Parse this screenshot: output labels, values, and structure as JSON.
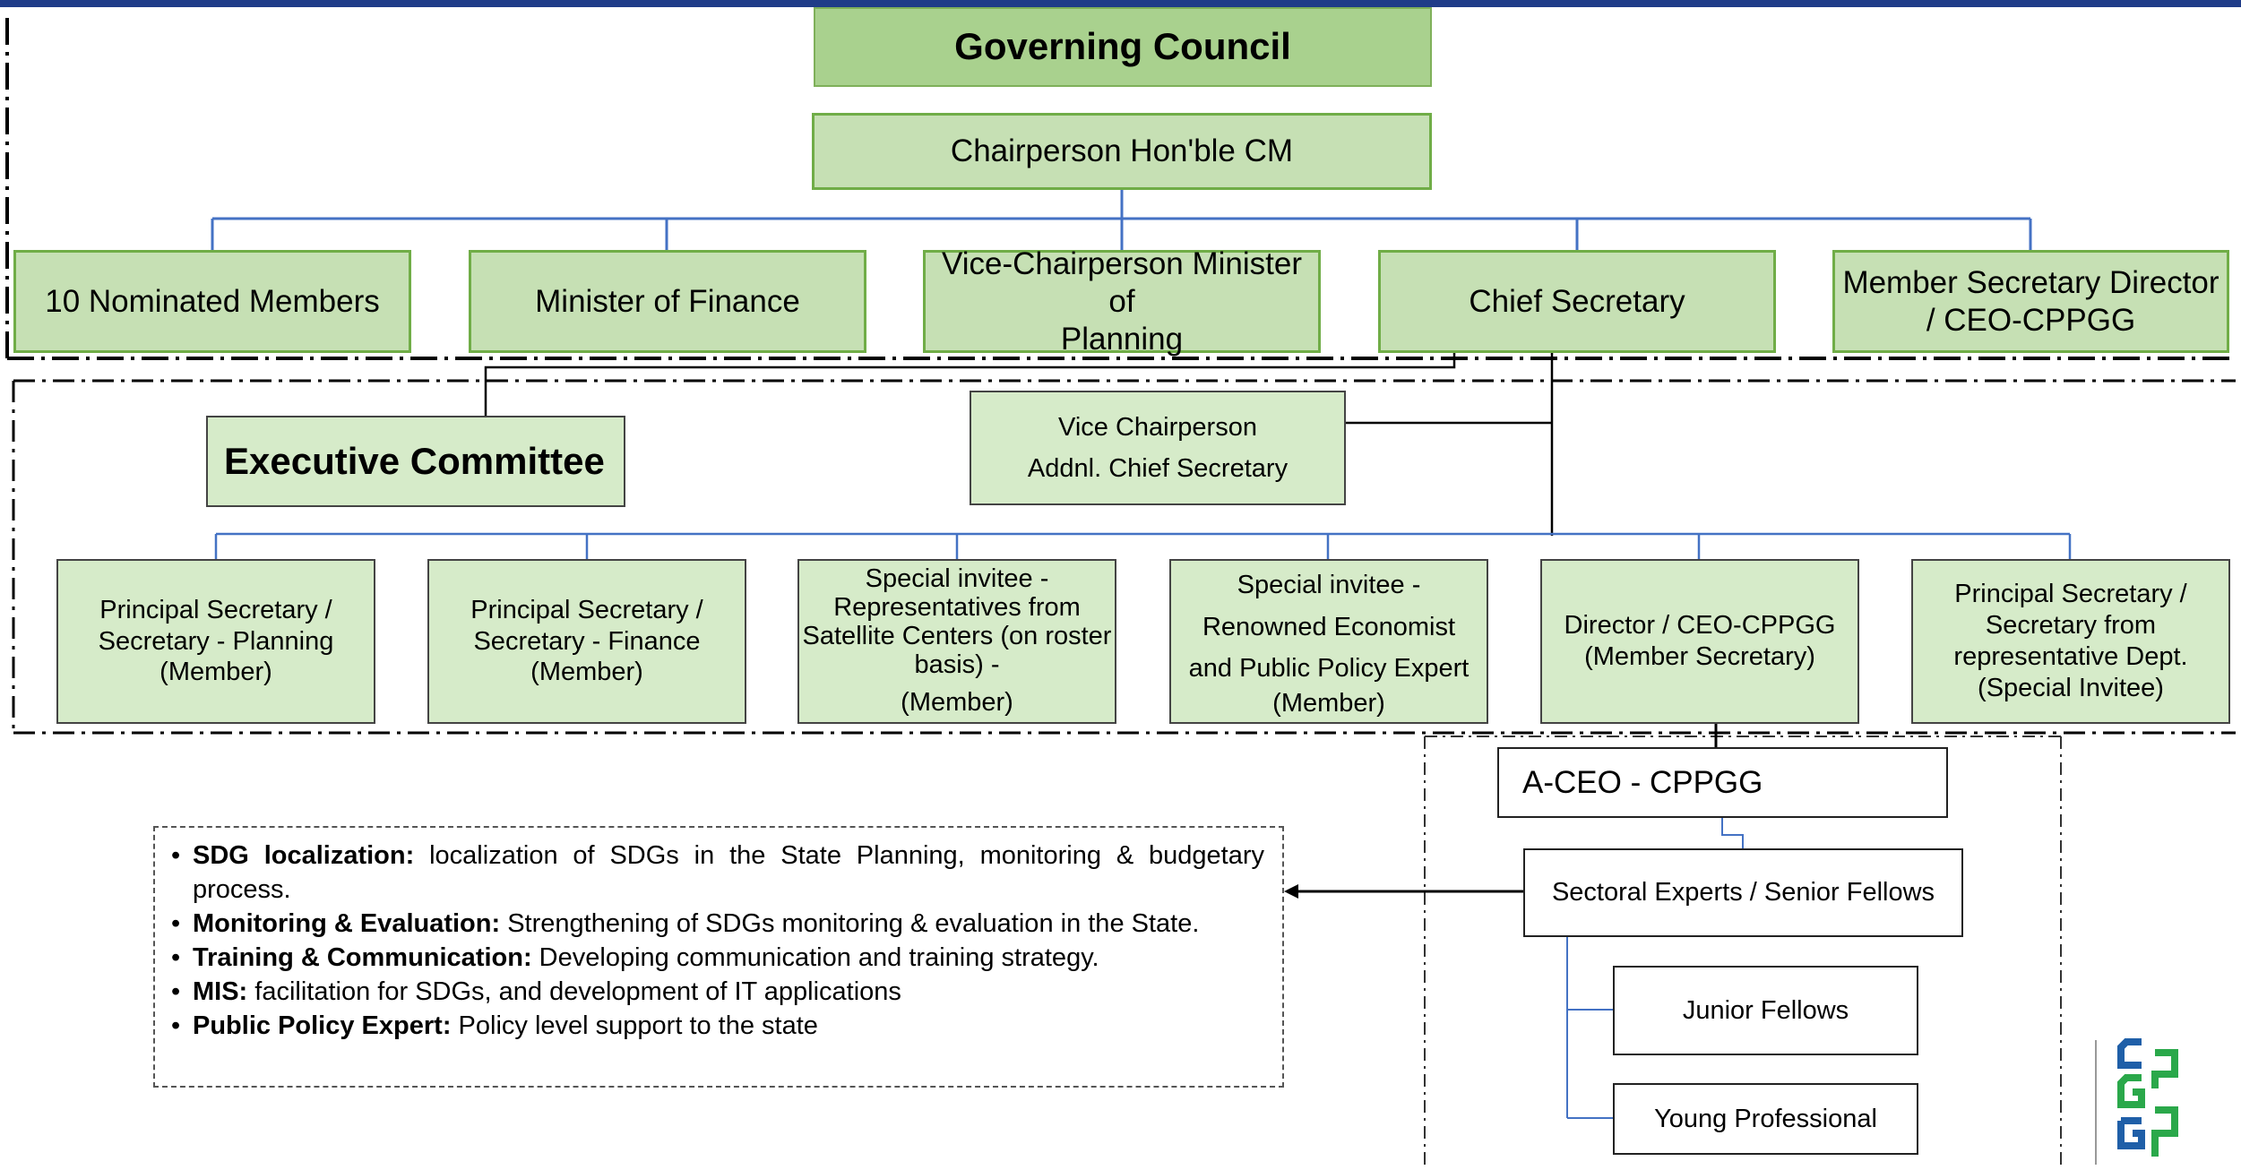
{
  "governing_council": {
    "title": "Governing Council",
    "chairperson": "Chairperson  Hon'ble CM",
    "members": [
      {
        "line1": "10 Nominated Members",
        "line2": ""
      },
      {
        "line1": "Minister of Finance",
        "line2": ""
      },
      {
        "line1": "Vice-Chairperson Minister of",
        "line2": "Planning"
      },
      {
        "line1": "Chief Secretary",
        "line2": ""
      },
      {
        "line1": "Member Secretary Director",
        "line2": "/ CEO-CPPGG"
      }
    ]
  },
  "executive_committee": {
    "title": "Executive Committee",
    "vice_chair": {
      "line1": "Vice Chairperson",
      "line2": "Addnl. Chief Secretary"
    },
    "members": [
      {
        "lines": [
          "Principal Secretary /",
          "Secretary - Planning",
          "(Member)"
        ]
      },
      {
        "lines": [
          "Principal Secretary /",
          "Secretary - Finance",
          "(Member)"
        ]
      },
      {
        "lines": [
          "Special invitee -",
          "Representatives from",
          "Satellite Centers (on roster",
          "basis) -",
          "(Member)"
        ]
      },
      {
        "lines": [
          "Special invitee -",
          "Renowned Economist",
          "and Public Policy Expert",
          "(Member)"
        ]
      },
      {
        "lines": [
          "Director / CEO-CPPGG",
          "(Member Secretary)"
        ]
      },
      {
        "lines": [
          "Principal Secretary /",
          "Secretary from",
          "representative  Dept.",
          "(Special Invitee)"
        ]
      }
    ]
  },
  "cppgg": {
    "aceo": "A-CEO - CPPGG",
    "sectoral": "Sectoral Experts / Senior Fellows",
    "junior": "Junior Fellows",
    "young": "Young Professional"
  },
  "responsibilities": [
    {
      "bold": "SDG localization:",
      "text": " localization of SDGs in the State Planning, monitoring & budgetary process."
    },
    {
      "bold": "Monitoring & Evaluation:",
      "text": " Strengthening of SDGs monitoring & evaluation in the State."
    },
    {
      "bold": "Training & Communication:",
      "text": " Developing communication and training strategy."
    },
    {
      "bold": "MIS:",
      "text": " facilitation for SDGs, and development of IT applications"
    },
    {
      "bold": "Public Policy Expert:",
      "text": " Policy level support to the state"
    }
  ],
  "logo": {
    "name": "cgpp-logo",
    "colors": [
      "#1f5fa8",
      "#2aa84a"
    ]
  }
}
